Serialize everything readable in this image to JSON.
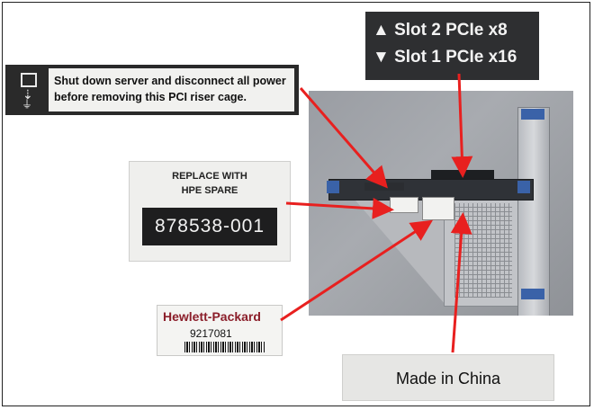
{
  "warning_label": {
    "line1": "Shut down server and disconnect all power",
    "line2": "before removing this PCI riser cage."
  },
  "slot_label": {
    "line1": "▲ Slot 2 PCIe x8",
    "line2": "▼ Slot 1 PCIe x16"
  },
  "spare_label": {
    "line1": "REPLACE WITH",
    "line2": "HPE SPARE",
    "part_number": "878538-001"
  },
  "hp_label": {
    "brand": "Hewlett-Packard",
    "number": "9217081"
  },
  "origin_label": {
    "text": "Made in China"
  },
  "colors": {
    "arrow": "#e8201f",
    "riser_blue": "#3a62a8",
    "hp_brand": "#8b1e2a"
  },
  "icons": [
    "power-disconnect-icon",
    "barcode-icon"
  ]
}
